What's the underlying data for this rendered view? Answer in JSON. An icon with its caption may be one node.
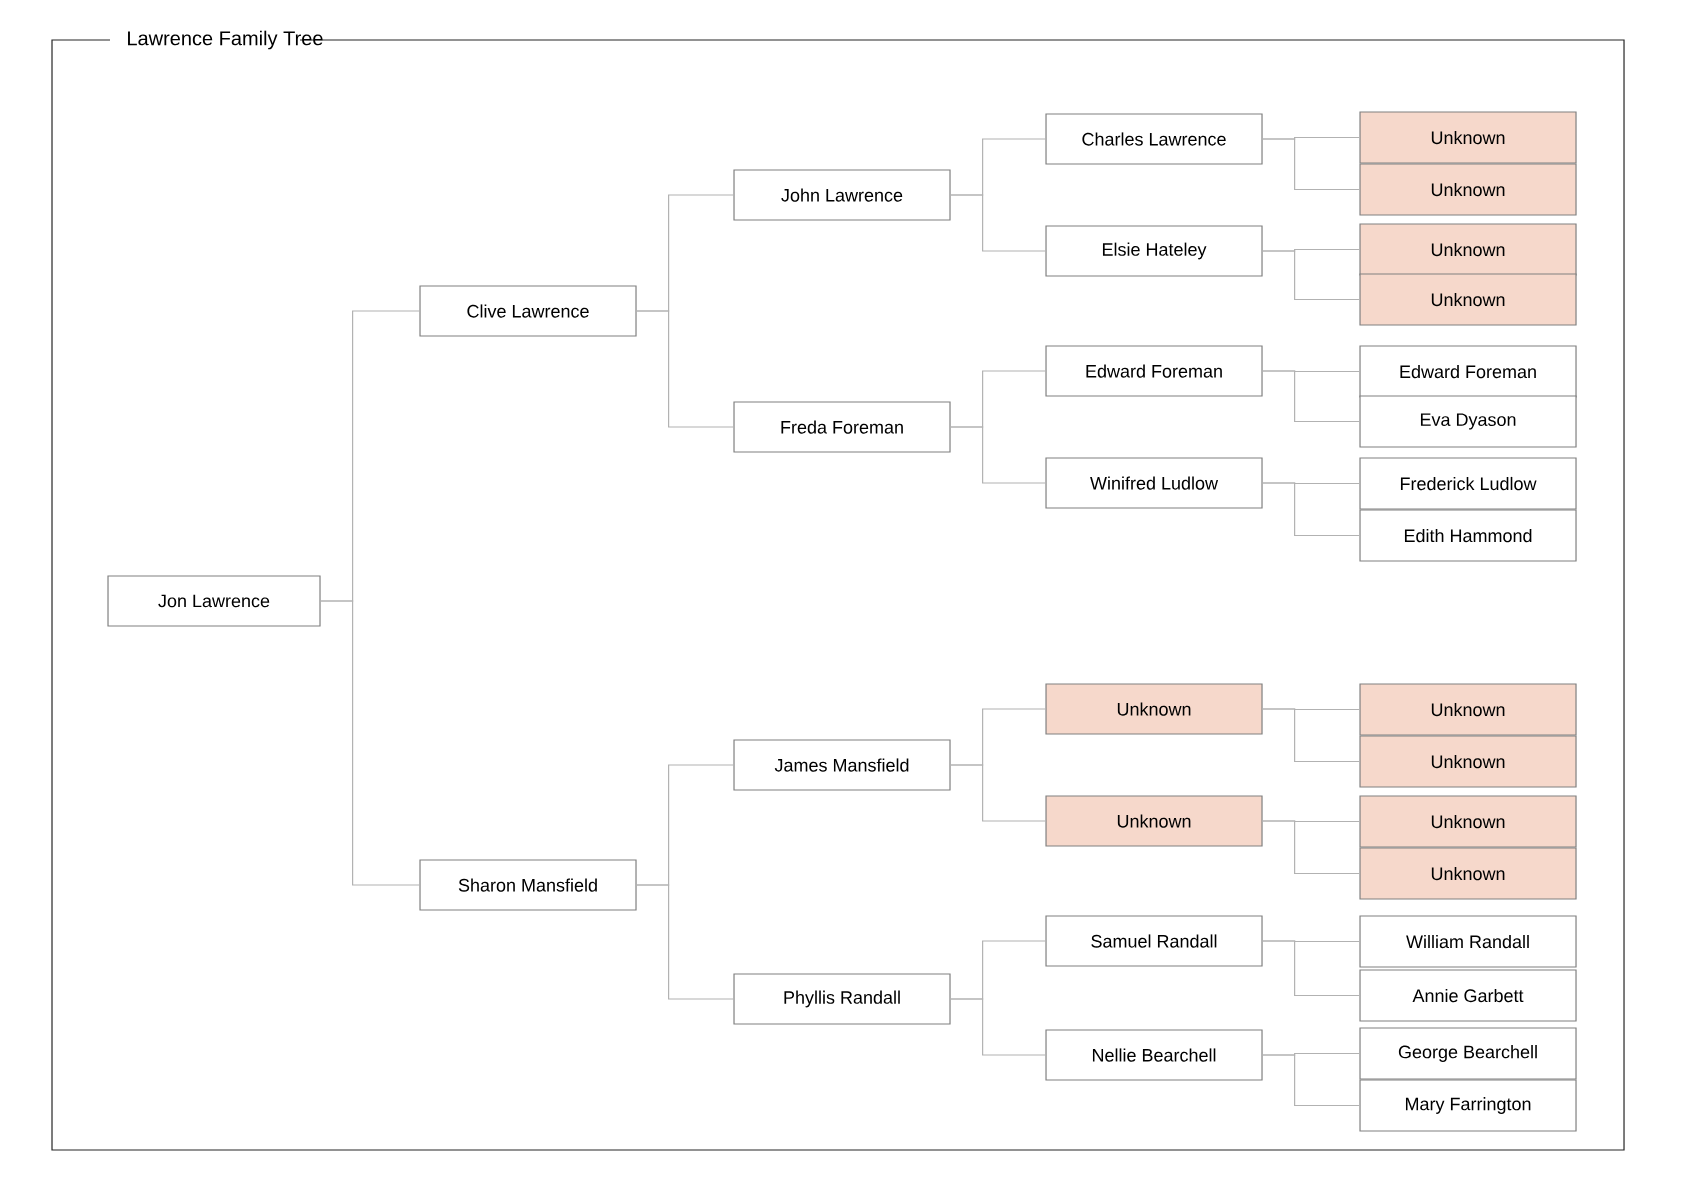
{
  "diagram": {
    "title": "Lawrence Family Tree",
    "nodes": [
      {
        "text": [
          "Jon Lawrence"
        ]
      },
      {
        "text": [
          "Clive Lawrence"
        ]
      },
      {
        "text": [
          "Sharon Mansfield"
        ]
      },
      {
        "text": [
          "John Lawrence"
        ]
      },
      {
        "text": [
          "Freda Foreman"
        ]
      },
      {
        "text": [
          "James Mansfield"
        ]
      },
      {
        "text": [
          "Phyllis Randall"
        ]
      },
      {
        "text": [
          "Charles Lawrence"
        ]
      },
      {
        "text": [
          "Elsie Hateley"
        ]
      },
      {
        "text": [
          "Edward Foreman"
        ]
      },
      {
        "text": [
          "Winifred Ludlow"
        ]
      },
      {
        "text": [
          "Unknown"
        ]
      },
      {
        "text": [
          "Unknown"
        ]
      },
      {
        "text": [
          "Samuel Randall"
        ]
      },
      {
        "text": [
          "Nellie Bearchell"
        ]
      },
      {
        "text": [
          "Unknown"
        ]
      },
      {
        "text": [
          "Unknown"
        ]
      },
      {
        "text": [
          "Unknown"
        ]
      },
      {
        "text": [
          "Unknown"
        ]
      },
      {
        "text": [
          "Edward Foreman"
        ]
      },
      {
        "text": [
          "Eva Dyason"
        ]
      },
      {
        "text": [
          "Frederick Ludlow"
        ]
      },
      {
        "text": [
          "Edith Hammond"
        ]
      },
      {
        "text": [
          "Unknown"
        ]
      },
      {
        "text": [
          "Unknown"
        ]
      },
      {
        "text": [
          "Unknown"
        ]
      },
      {
        "text": [
          "Unknown"
        ]
      },
      {
        "text": [
          "William Randall"
        ]
      },
      {
        "text": [
          "Annie Garbett"
        ]
      },
      {
        "text": [
          "George Bearchell"
        ]
      },
      {
        "text": [
          "Mary Farrington"
        ]
      }
    ],
    "edges": [
      {
        "from": 0,
        "to": 1,
        "arrow": "none"
      },
      {
        "from": 0,
        "to": 2,
        "arrow": "none"
      },
      {
        "from": 1,
        "to": 3,
        "arrow": "none"
      },
      {
        "from": 1,
        "to": 4,
        "arrow": "none"
      },
      {
        "from": 2,
        "to": 5,
        "arrow": "none"
      },
      {
        "from": 2,
        "to": 6,
        "arrow": "none"
      },
      {
        "from": 3,
        "to": 7,
        "arrow": "none"
      },
      {
        "from": 3,
        "to": 8,
        "arrow": "none"
      },
      {
        "from": 4,
        "to": 9,
        "arrow": "none"
      },
      {
        "from": 4,
        "to": 10,
        "arrow": "none"
      },
      {
        "from": 5,
        "to": 11,
        "arrow": "none"
      },
      {
        "from": 5,
        "to": 12,
        "arrow": "none"
      },
      {
        "from": 6,
        "to": 13,
        "arrow": "none"
      },
      {
        "from": 6,
        "to": 14,
        "arrow": "none"
      },
      {
        "from": 7,
        "to": 15,
        "arrow": "none"
      },
      {
        "from": 7,
        "to": 16,
        "arrow": "none"
      },
      {
        "from": 8,
        "to": 17,
        "arrow": "none"
      },
      {
        "from": 8,
        "to": 18,
        "arrow": "none"
      },
      {
        "from": 9,
        "to": 19,
        "arrow": "none"
      },
      {
        "from": 9,
        "to": 20,
        "arrow": "none"
      },
      {
        "from": 10,
        "to": 21,
        "arrow": "none"
      },
      {
        "from": 10,
        "to": 22,
        "arrow": "none"
      },
      {
        "from": 11,
        "to": 23,
        "arrow": "none"
      },
      {
        "from": 11,
        "to": 24,
        "arrow": "none"
      },
      {
        "from": 12,
        "to": 25,
        "arrow": "none"
      },
      {
        "from": 12,
        "to": 26,
        "arrow": "none"
      },
      {
        "from": 13,
        "to": 27,
        "arrow": "none"
      },
      {
        "from": 13,
        "to": 28,
        "arrow": "none"
      },
      {
        "from": 14,
        "to": 29,
        "arrow": "none"
      },
      {
        "from": 14,
        "to": 30,
        "arrow": "none"
      }
    ]
  }
}
